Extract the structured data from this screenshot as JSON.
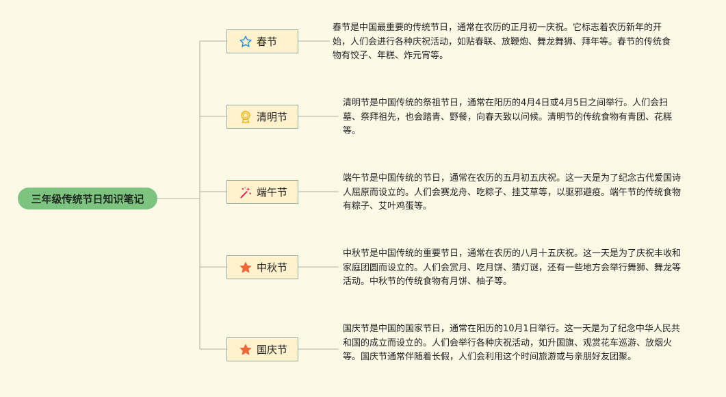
{
  "root": {
    "title": "三年级传统节日知识笔记"
  },
  "branches": [
    {
      "label": "春节",
      "icon": "star-outline-icon",
      "description": "春节是中国最重要的传统节日，通常在农历的正月初一庆祝。它标志着农历新年的开始，人们会进行各种庆祝活动，如贴春联、放鞭炮、舞龙舞狮、拜年等。春节的传统食物有饺子、年糕、炸元宵等。"
    },
    {
      "label": "清明节",
      "icon": "award-ribbon-icon",
      "description": "清明节是中国传统的祭祖节日，通常在阳历的4月4日或4月5日之间举行。人们会扫墓、祭拜祖先，也会踏青、野餐，向春天致以问候。清明节的传统食物有青团、花糕等。"
    },
    {
      "label": "端午节",
      "icon": "magic-wand-icon",
      "description": "端午节是中国传统的节日，通常在农历的五月初五庆祝。这一天是为了纪念古代爱国诗人屈原而设立的。人们会赛龙舟、吃粽子、挂艾草等，以驱邪避疫。端午节的传统食物有粽子、艾叶鸡蛋等。"
    },
    {
      "label": "中秋节",
      "icon": "star-filled-icon",
      "description": "中秋节是中国传统的重要节日，通常在农历的八月十五庆祝。这一天是为了庆祝丰收和家庭团圆而设立的。人们会赏月、吃月饼、猜灯谜，还有一些地方会举行舞狮、舞龙等活动。中秋节的传统食物有月饼、柚子等。"
    },
    {
      "label": "国庆节",
      "icon": "star-filled-icon",
      "description": "国庆节是中国的国家节日，通常在阳历的10月1日举行。这一天是为了纪念中华人民共和国的成立而设立的。人们会举行各种庆祝活动，如升国旗、观赏花车巡游、放烟火等。国庆节通常伴随着长假，人们会利用这个时间旅游或与亲朋好友团聚。"
    }
  ],
  "colors": {
    "background": "#fcf9e6",
    "root_fill": "#7dc481",
    "branch_fill": "#fff2cc",
    "branch_border": "#8fa8a4",
    "connector": "#bfbfb0",
    "star_outline": "#2b8fd8",
    "star_filled": "#f0663a",
    "award": "#e8b81e",
    "wand": "#e0245e"
  }
}
